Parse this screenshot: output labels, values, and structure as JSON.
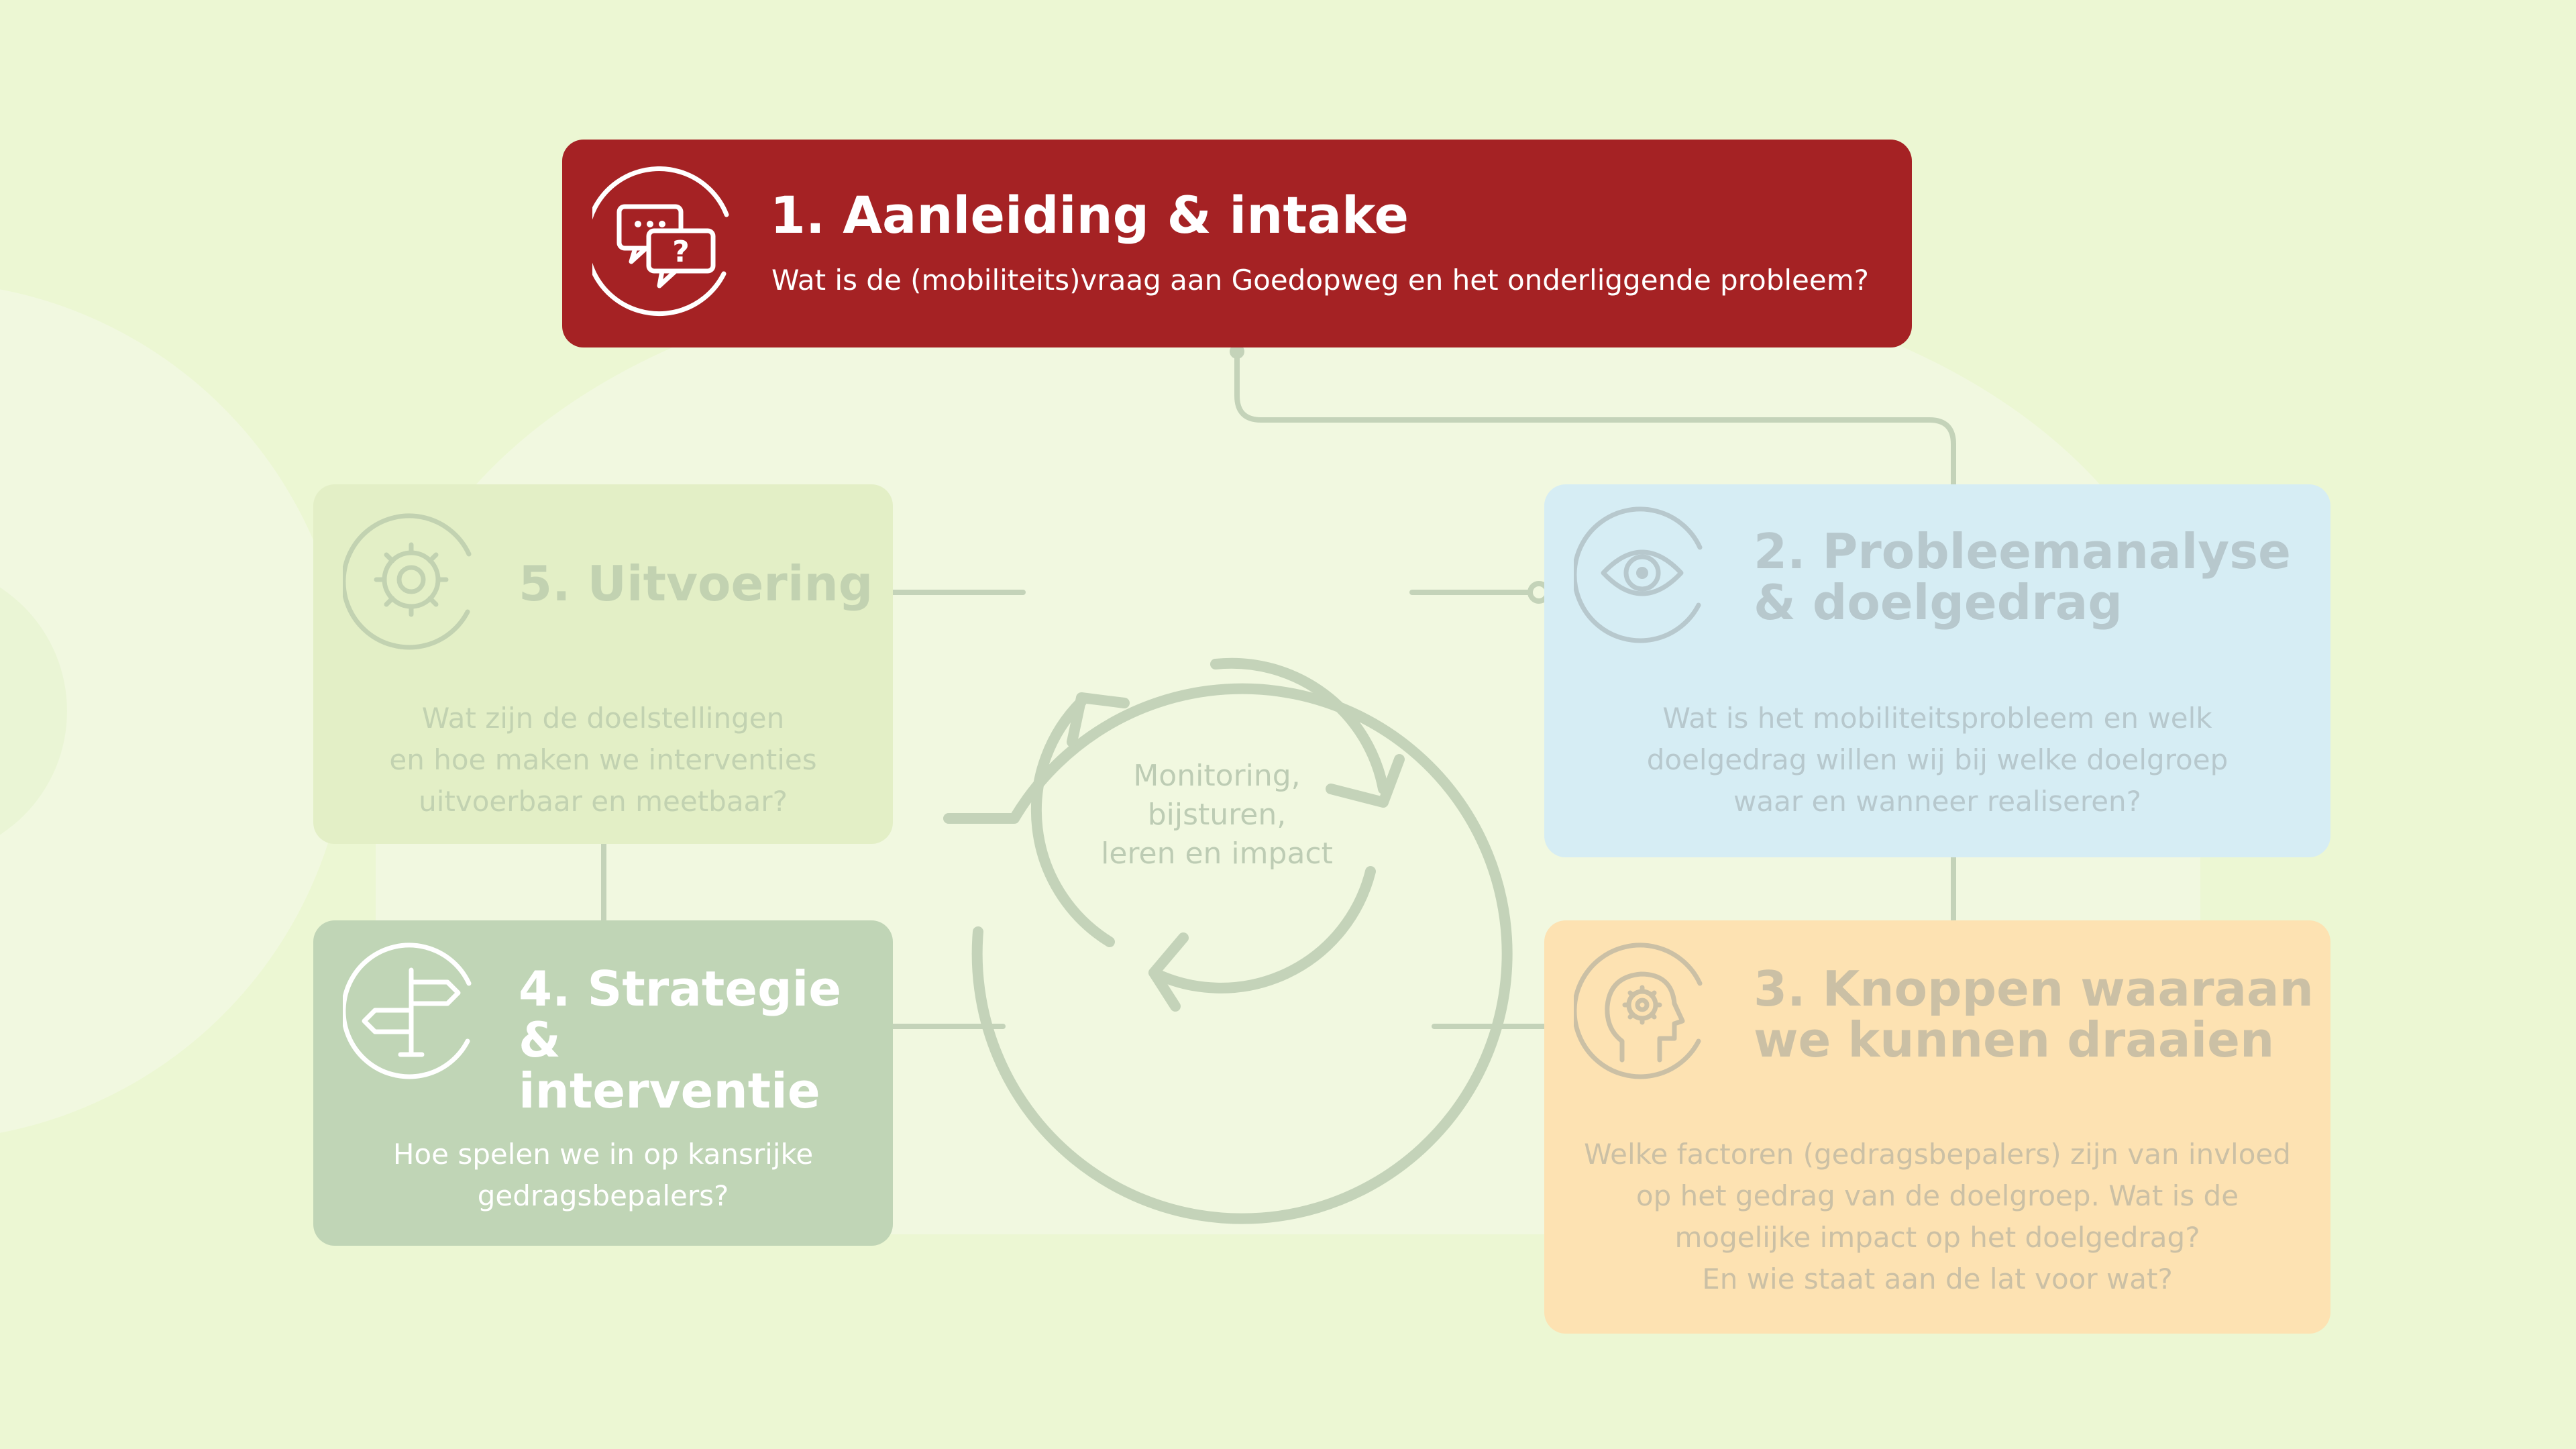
{
  "colors": {
    "background": "#ecf7d3",
    "connector": "#c4d3b9",
    "step1": "#a52224",
    "step2": "#d6edf4",
    "step3": "#fde2b2",
    "step4": "#c0d5b6",
    "step5": "#e3efc6"
  },
  "steps": {
    "s1": {
      "title": "1. Aanleiding & intake",
      "body": "Wat is de (mobiliteits)vraag aan Goedopweg en het onderliggende probleem?",
      "icon": "chat-question-icon"
    },
    "s2": {
      "title": "2. Probleemanalyse\n& doelgedrag",
      "body": "Wat is het mobiliteitsprobleem en welk\ndoelgedrag willen wij bij welke doelgroep\nwaar en wanneer realiseren?",
      "icon": "eye-icon"
    },
    "s3": {
      "title": "3. Knoppen waaraan\nwe kunnen draaien",
      "body": "Welke factoren (gedragsbepalers) zijn van invloed\nop het gedrag van de doelgroep. Wat is de\nmogelijke impact op het doelgedrag?\nEn wie staat aan de lat voor wat?",
      "icon": "head-gear-icon"
    },
    "s4": {
      "title": "4. Strategie &\ninterventie",
      "body": "Hoe spelen we in op kansrijke\ngedragsbepalers?",
      "icon": "signpost-icon"
    },
    "s5": {
      "title": "5. Uitvoering",
      "body": "Wat zijn de doelstellingen\nen hoe maken we interventies\nuitvoerbaar en meetbaar?",
      "icon": "gear-icon"
    }
  },
  "center": {
    "label": "Monitoring,\nbijsturen,\nleren en impact",
    "icon": "cycle-arrows-icon"
  }
}
